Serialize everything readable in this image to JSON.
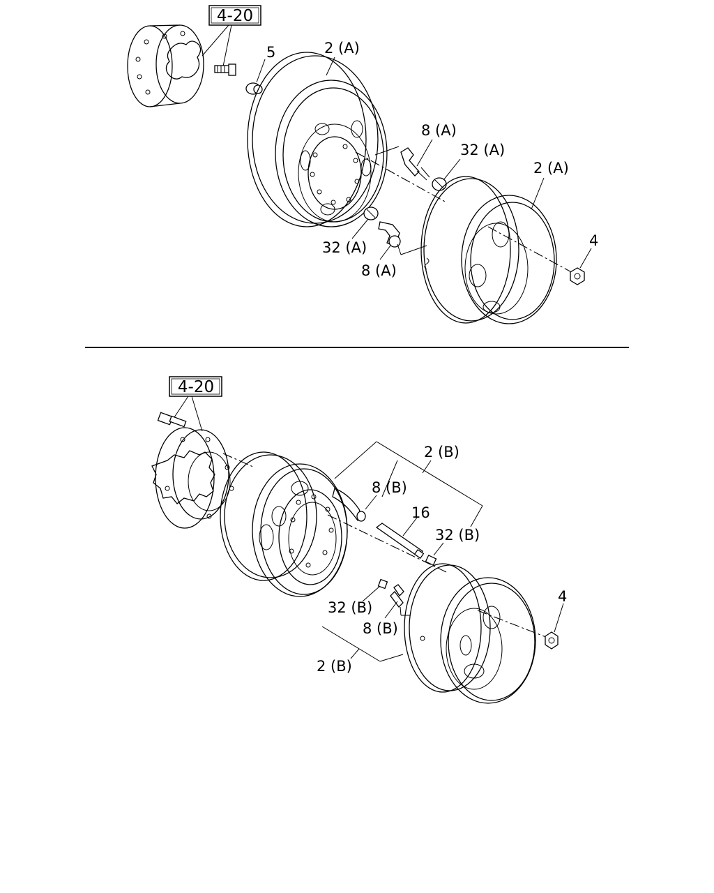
{
  "figure": {
    "top_section": {
      "ref_box": "4-20",
      "labels": {
        "p5": "5",
        "p2a_upper": "2 (A)",
        "p8a_upper": "8 (A)",
        "p32a_upper": "32 (A)",
        "p2a_right": "2 (A)",
        "p4": "4",
        "p32a_lower": "32 (A)",
        "p8a_lower": "8 (A)"
      }
    },
    "bottom_section": {
      "ref_box": "4-20",
      "labels": {
        "p2b_upper": "2 (B)",
        "p8b_upper": "8 (B)",
        "p16": "16",
        "p32b_upper": "32 (B)",
        "p4": "4",
        "p32b_lower": "32 (B)",
        "p8b_lower": "8 (B)",
        "p2b_lower": "2 (B)"
      }
    }
  }
}
